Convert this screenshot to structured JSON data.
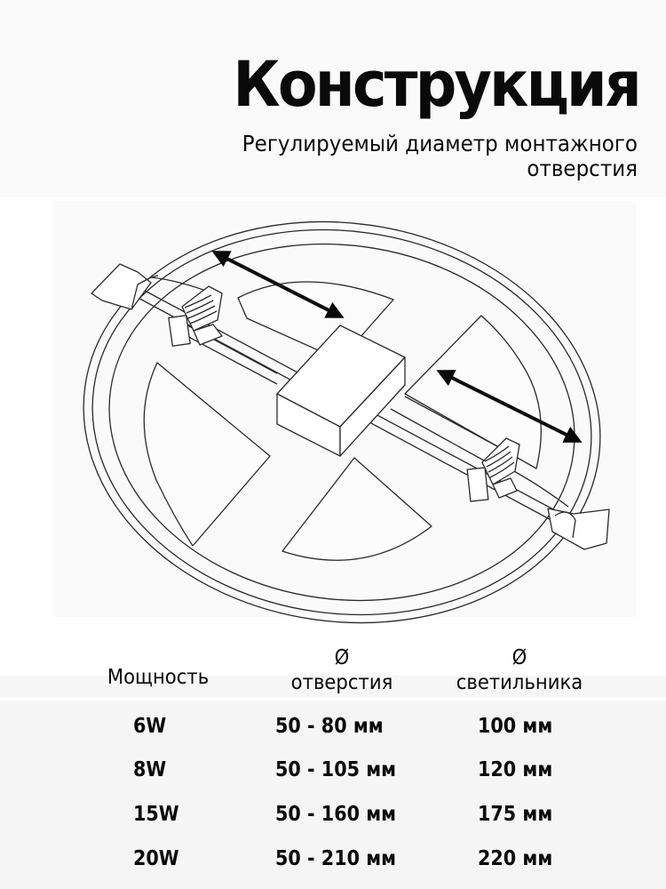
{
  "header": {
    "title": "Конструкция",
    "subtitle_line1": "Регулируемый диаметр монтажного",
    "subtitle_line2": "отверстия"
  },
  "diagram": {
    "subject": "recessed LED panel light with spring clips",
    "parts": [
      "outer-ring",
      "panel-body",
      "driver-box",
      "left-spring-clip",
      "right-spring-clip",
      "double-arrow-left",
      "double-arrow-right"
    ],
    "colors": {
      "line": "#2a2a2a",
      "arrow": "#0a0a0a",
      "background": "#fafafa"
    }
  },
  "table": {
    "headers": [
      {
        "label": "Мощность"
      },
      {
        "symbol": "Ø",
        "label": "отверстия"
      },
      {
        "symbol": "Ø",
        "label": "светильника"
      }
    ],
    "rows": [
      {
        "power": "6W",
        "hole": "50 - 80 мм",
        "fixture": "100 мм"
      },
      {
        "power": "8W",
        "hole": "50 - 105 мм",
        "fixture": "120 мм"
      },
      {
        "power": "15W",
        "hole": "50 - 160 мм",
        "fixture": "175 мм"
      },
      {
        "power": "20W",
        "hole": "50 - 210 мм",
        "fixture": "220 мм"
      }
    ]
  }
}
